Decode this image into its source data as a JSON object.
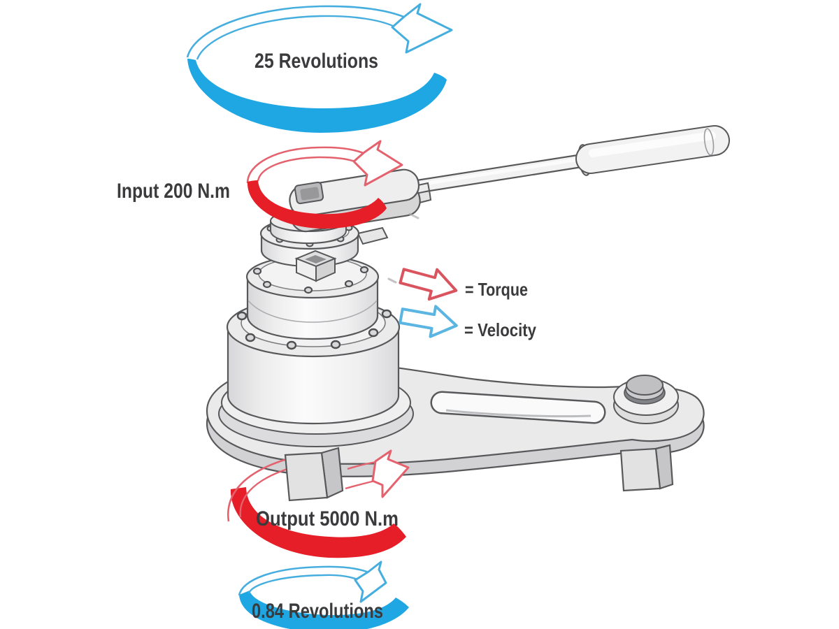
{
  "title": "Torque multiplier input/output diagram",
  "labels": {
    "top_revolutions": "25 Revolutions",
    "input": "Input 200 N.m",
    "output": "Output 5000 N.m",
    "bottom_revolutions": "0.84 Revolutions"
  },
  "legend": {
    "torque": {
      "symbol": "red-block-arrow",
      "label": "= Torque",
      "color": "#e61e28"
    },
    "velocity": {
      "symbol": "blue-block-arrow",
      "label": "= Velocity",
      "color": "#1fa7e3"
    }
  },
  "rotation_arrows": {
    "top": {
      "label": "25 Revolutions",
      "color": "#1fa7e3",
      "meaning": "input speed"
    },
    "input": {
      "label": "Input 200 N.m",
      "color": "#e61e28",
      "meaning": "input torque"
    },
    "output": {
      "label": "Output 5000 N.m",
      "color": "#e61e28",
      "meaning": "output torque"
    },
    "bottom": {
      "label": "0.84 Revolutions",
      "color": "#1fa7e3",
      "meaning": "output speed"
    }
  },
  "colors": {
    "torque_red": "#e61e28",
    "velocity_blue": "#1fa7e3",
    "red_outline": "#e4626d",
    "blue_outline": "#46aede",
    "line_gray": "#57585a",
    "text": "#3b3b3d",
    "background": "#ffffff"
  }
}
